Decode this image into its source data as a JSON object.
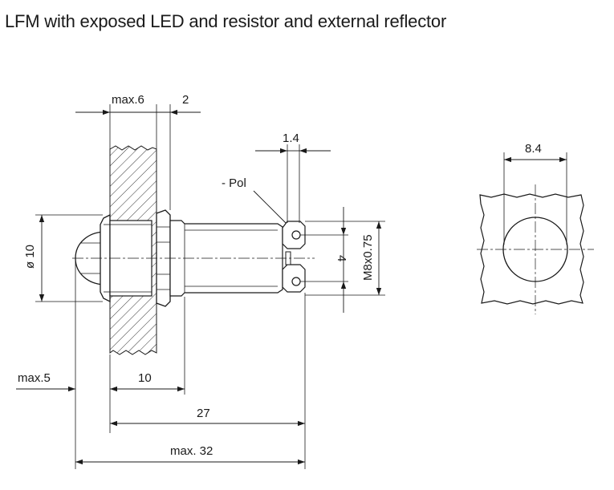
{
  "title": "LFM with exposed LED and resistor and external reflector",
  "dimensions": {
    "panel_max": "max.6",
    "nut": "2",
    "pin_width": "1.4",
    "pol": "- Pol",
    "diameter": "ø 10",
    "pin_spacing": "4",
    "thread": "M8x0.75",
    "led_max": "max.5",
    "thread_length": "10",
    "body_length": "27",
    "overall_max": "max. 32",
    "cutout": "8.4"
  }
}
